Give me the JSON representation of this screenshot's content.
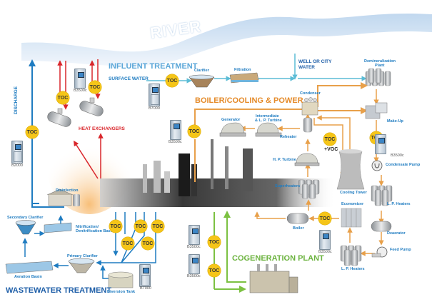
{
  "title": "RIVER",
  "sections": {
    "influent": "INFLUENT TREATMENT",
    "boiler": "BOILER/COOLING & POWER",
    "cogeneration": "COGENERATION PLANT",
    "wastewater": "WASTEWATER TREATMENT"
  },
  "labels": {
    "surface_water": "SURFACE WATER",
    "well_city_1": "WELL OR CITY",
    "well_city_2": "WATER",
    "discharge": "DISCHARGE",
    "heat_exchangers": "HEAT EXCHANGERS",
    "clarifier": "Clarifier",
    "filtration": "Filtration",
    "demin_1": "Demineralization",
    "demin_2": "Plant",
    "condenser": "Condenser",
    "make_up": "Make-Up",
    "condensate_pump": "Condensate Pump",
    "lp_heaters_top": "L. P. Heaters",
    "deaerator": "Deaerator",
    "feed_pump": "Feed Pump",
    "lp_heaters_bottom": "L. P. Heaters",
    "economizer": "Economizer",
    "boiler": "Boiler",
    "superheaters": "Superheaters",
    "hp_turbine": "H. P. Turbine",
    "reheater": "Reheater",
    "intermediate_1": "Intermediate",
    "intermediate_2": "& L. P. Turbine",
    "generator": "Generator",
    "cooling_tower": "Cooling Tower",
    "voc": "+VOC",
    "disinfection": "Disinfection",
    "secondary_clarifier": "Secondary Clarifier",
    "nitrification_1": "Nitrification/",
    "nitrification_2": "Denitrification Basin",
    "primary_clarifier": "Primary Clarifier",
    "aeration_basin": "Aeration Basin",
    "diversion_tank": "Diversion Tank"
  },
  "toc_label": "TOC",
  "analyzers": {
    "b3500c": "B3500c",
    "b7000": "B7000",
    "b2000": "B2000"
  },
  "colors": {
    "river": "#c9dcef",
    "blue_flow": "#1f7cc1",
    "cyan_flow": "#5bbcd6",
    "red_flow": "#d9262b",
    "orange_flow": "#e8a04a",
    "green_flow": "#7cc142",
    "toc_badge": "#f5c518",
    "section_blue": "#5aa6d8",
    "section_orange": "#e58b2a",
    "section_green": "#6cb33f",
    "section_navy": "#1f5fa8"
  }
}
